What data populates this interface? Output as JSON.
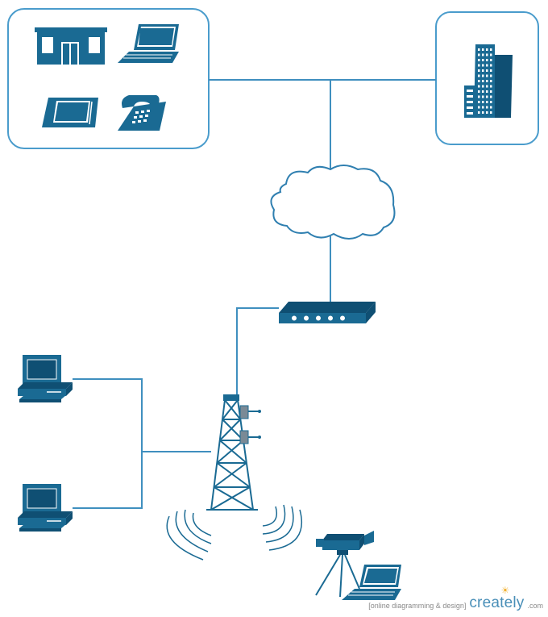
{
  "colors": {
    "icon": "#1a6a93",
    "icon_dark": "#0f4f73",
    "line": "#3f8fbf",
    "box_border": "#4a9ccc",
    "cloud": "#2f7fb0",
    "antenna": "#7a8a96",
    "watermark_text": "#8a8a8a",
    "watermark_brand": "#4a8fb8"
  },
  "diagram": {
    "groups": [
      {
        "id": "branch-office-group",
        "icons": [
          "storefront-icon",
          "laptop-icon",
          "tablet-icon",
          "telephone-icon"
        ]
      },
      {
        "id": "headquarters-group",
        "icons": [
          "office-building-icon"
        ]
      }
    ],
    "nodes": [
      "cloud",
      "modem-router",
      "cell-tower",
      "desktop-computer-1",
      "desktop-computer-2",
      "survey-camera",
      "field-laptop"
    ]
  },
  "watermark": {
    "tagline": "[online diagramming & design]",
    "brand": "creately",
    "suffix": ".com"
  }
}
